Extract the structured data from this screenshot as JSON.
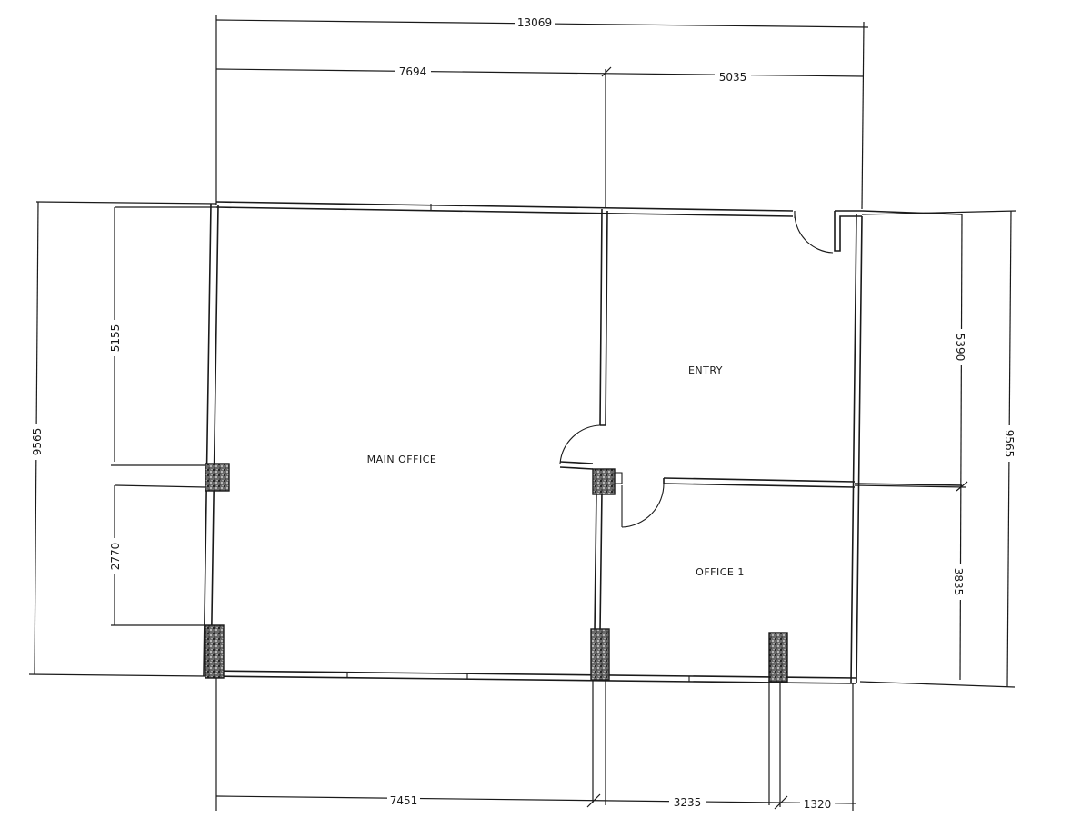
{
  "rooms": {
    "main_office": "MAIN OFFICE",
    "entry": "ENTRY",
    "office_1": "OFFICE 1"
  },
  "dimensions": {
    "top_total": "13069",
    "top_left": "7694",
    "top_right": "5035",
    "left_total": "9565",
    "left_upper": "5155",
    "left_lower": "2770",
    "right_total": "9565",
    "right_upper": "5390",
    "right_lower": "3835",
    "bottom_left": "7451",
    "bottom_mid": "3235",
    "bottom_right": "1320"
  }
}
